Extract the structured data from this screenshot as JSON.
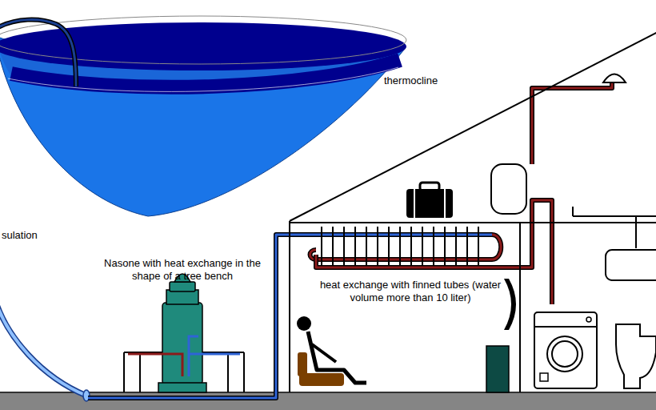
{
  "diagram": {
    "labels": [
      "thermocline",
      "sulation",
      "Nasone with heat exchange in the shape of a tree bench",
      "heat exchange with finned tubes (water volume more than 10 liter)"
    ]
  }
}
